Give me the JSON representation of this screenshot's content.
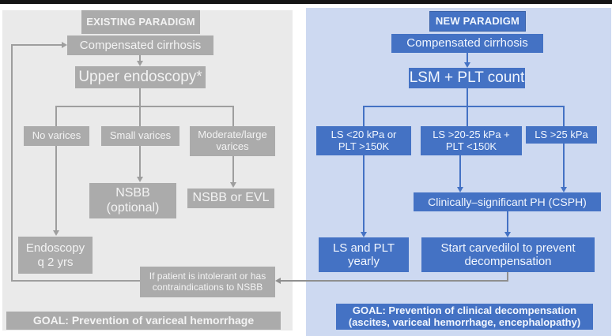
{
  "left_panel": {
    "header": "EXISTING PARADIGM",
    "compensated": "Compensated cirrhosis",
    "endoscopy": "Upper endoscopy*",
    "no_varices": "No varices",
    "small_varices": "Small varices",
    "moderate_large": {
      "line1": "Moderate/large",
      "line2": "varices"
    },
    "nsbb_optional": {
      "line1": "NSBB",
      "line2": "(optional)"
    },
    "nsbb_evl": "NSBB or EVL",
    "endoscopy_q2": {
      "line1": "Endoscopy",
      "line2": "q 2 yrs"
    },
    "goal": "GOAL: Prevention of variceal hemorrhage"
  },
  "bridge": {
    "intolerant": {
      "line1": "If patient is intolerant or has",
      "line2": "contraindications to NSBB"
    }
  },
  "right_panel": {
    "header": "NEW PARADIGM",
    "compensated": "Compensated cirrhosis",
    "lsm_plt": "LSM + PLT count",
    "branch_low": {
      "line1": "LS <20 kPa or",
      "line2": "PLT >150K"
    },
    "branch_mid": {
      "line1": "LS >20-25 kPa +",
      "line2": "PLT <150K"
    },
    "branch_high": "LS >25 kPa",
    "csph": "Clinically–significant PH (CSPH)",
    "ls_plt_yearly": {
      "line1": "LS and PLT",
      "line2": "yearly"
    },
    "carvedilol": {
      "line1": "Start carvedilol to prevent",
      "line2": "decompensation"
    },
    "goal": {
      "line1": "GOAL: Prevention of clinical decompensation",
      "line2": "(ascites, variceal hemorrhage, encephalopathy)"
    }
  },
  "colors": {
    "blue_box": "#4472C4",
    "blue_panel": "#CDD9F1",
    "gray_box": "#ABABAB",
    "gray_panel": "#EAEAEA",
    "gray_line": "#9E9E9E"
  }
}
